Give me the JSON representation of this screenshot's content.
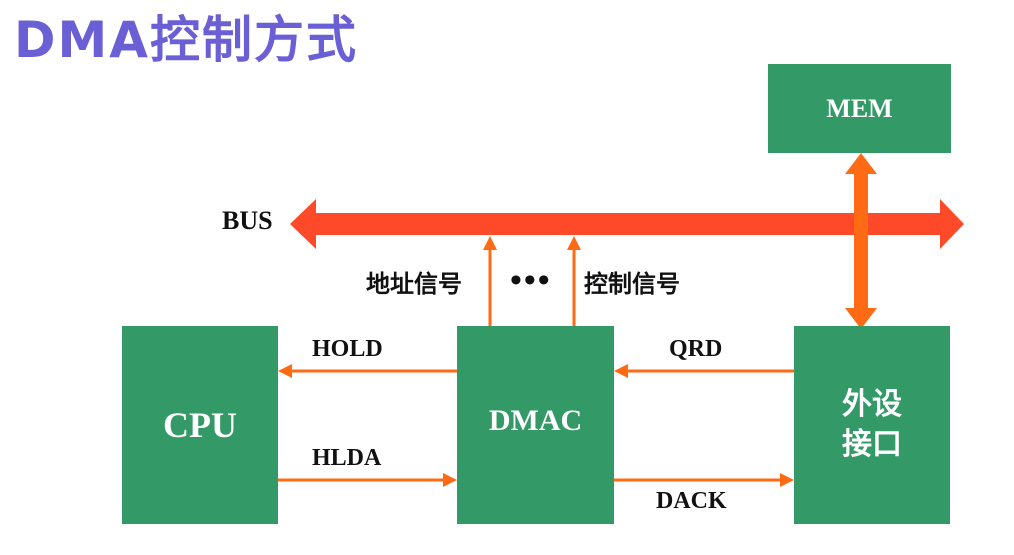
{
  "title": "DMA控制方式",
  "boxes": {
    "mem": "MEM",
    "cpu": "CPU",
    "dmac": "DMAC",
    "peripheral_line1": "外设",
    "peripheral_line2": "接口"
  },
  "labels": {
    "bus": "BUS",
    "hold": "HOLD",
    "hlda": "HLDA",
    "qrd": "QRD",
    "dack": "DACK",
    "address_signal": "地址信号",
    "control_signal": "控制信号",
    "ellipsis": "•••"
  },
  "colors": {
    "title": "#6b5fd6",
    "box_fill": "#339966",
    "box_text": "#ffffff",
    "bus_arrow": "#ff4a2a",
    "signal_arrow": "#ff6a14"
  }
}
